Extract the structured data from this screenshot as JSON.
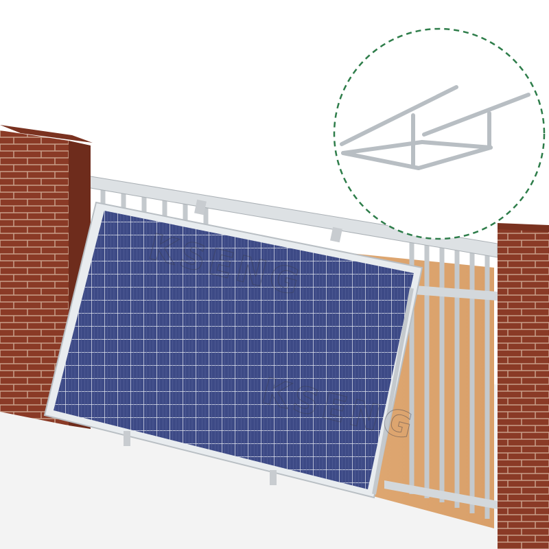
{
  "scene": {
    "description": "Balcony-mounted solar panel on an adjustable aluminum tilt bracket attached to a metal railing between two brick pillars, with an inset showing the bare bracket frame",
    "watermarks": [
      {
        "text": "KSENG",
        "position": "upper-panel"
      },
      {
        "text": "KSENG",
        "position": "lower-panel"
      }
    ],
    "inset": {
      "label": "bracket-detail",
      "border_style": "dashed",
      "border_color": "#2e7d4a"
    },
    "colors": {
      "brick": "#8a3a26",
      "mortar": "#c9a08a",
      "panel_cell": "#3d4a86",
      "panel_frame": "#e8ecef",
      "railing": "#cfd4d8",
      "wood_backdrop": "#e6b07a",
      "ground": "#f2f2f2"
    }
  }
}
